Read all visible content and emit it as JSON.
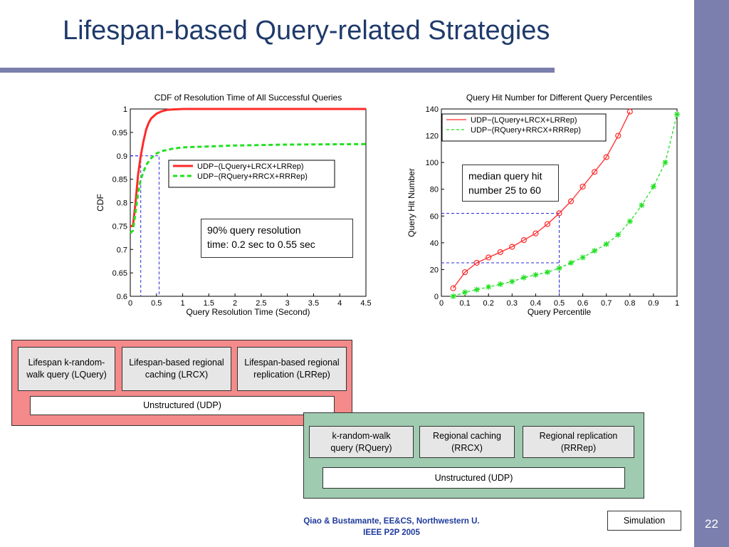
{
  "slide": {
    "title": "Lifespan-based Query-related Strategies",
    "page_number": "22",
    "footer_line1": "Qiao & Bustamante, EE&CS, Northwestern U.",
    "footer_line2": "IEEE P2P 2005",
    "simulation_label": "Simulation",
    "colors": {
      "title": "#1f3a6b",
      "accent_bar": "#7b7fad",
      "red_series": "#ff2a2a",
      "green_series": "#22e022",
      "red_panel": "#f48a8a",
      "green_panel": "#9fcbb0"
    }
  },
  "annotations": {
    "left_line1": "90% query resolution",
    "left_line2": "time: 0.2 sec to 0.55 sec",
    "right_line1": "median query hit",
    "right_line2": "number 25 to 60"
  },
  "diagram": {
    "top_row": [
      "Lifespan k-random-walk query (LQuery)",
      "Lifespan-based regional caching (LRCX)",
      "Lifespan-based regional replication (LRRep)"
    ],
    "top_base": "Unstructured (UDP)",
    "bottom_row": [
      "k-random-walk query (RQuery)",
      "Regional caching (RRCX)",
      "Regional replication (RRRep)"
    ],
    "bottom_base": "Unstructured (UDP)"
  },
  "chart_data": [
    {
      "type": "line",
      "title": "CDF of Resolution Time of All Successful Queries",
      "xlabel": "Query Resolution Time (Second)",
      "ylabel": "CDF",
      "xlim": [
        0,
        4.5
      ],
      "ylim": [
        0.6,
        1
      ],
      "xticks": [
        "0",
        "0.5",
        "1",
        "1.5",
        "2",
        "2.5",
        "3",
        "3.5",
        "4",
        "4.5"
      ],
      "yticks": [
        "0.6",
        "0.65",
        "0.7",
        "0.75",
        "0.8",
        "0.85",
        "0.9",
        "0.95",
        "1"
      ],
      "legend_position": "upper-right-inside",
      "series": [
        {
          "name": "UDP−(LQuery+LRCX+LRRep)",
          "color": "#ff2a2a",
          "style": "solid",
          "x": [
            0,
            0.05,
            0.1,
            0.15,
            0.2,
            0.25,
            0.3,
            0.35,
            0.4,
            0.5,
            0.6,
            0.7,
            0.8,
            1.0,
            1.5,
            2.0,
            3.0,
            4.5
          ],
          "y": [
            0.75,
            0.75,
            0.8,
            0.86,
            0.9,
            0.93,
            0.955,
            0.97,
            0.98,
            0.99,
            0.995,
            0.998,
            0.999,
            1,
            1,
            1,
            1,
            1
          ]
        },
        {
          "name": "UDP−(RQuery+RRCX+RRRep)",
          "color": "#22e022",
          "style": "dashed",
          "x": [
            0,
            0.05,
            0.1,
            0.15,
            0.2,
            0.3,
            0.4,
            0.5,
            0.6,
            0.8,
            1.0,
            1.5,
            2.0,
            3.0,
            4.5
          ],
          "y": [
            0.735,
            0.74,
            0.78,
            0.82,
            0.85,
            0.88,
            0.895,
            0.905,
            0.91,
            0.915,
            0.918,
            0.92,
            0.922,
            0.924,
            0.925
          ]
        }
      ],
      "reference_lines": [
        {
          "x": 0.2,
          "y": 0.9
        },
        {
          "x": 0.55,
          "y": 0.9
        }
      ]
    },
    {
      "type": "line",
      "title": "Query Hit Number for Different Query Percentiles",
      "xlabel": "Query Percentile",
      "ylabel": "Query Hit Number",
      "xlim": [
        0,
        1
      ],
      "ylim": [
        0,
        140
      ],
      "xticks": [
        "0",
        "0.1",
        "0.2",
        "0.3",
        "0.4",
        "0.5",
        "0.6",
        "0.7",
        "0.8",
        "0.9",
        "1"
      ],
      "yticks": [
        "0",
        "20",
        "40",
        "60",
        "80",
        "100",
        "120",
        "140"
      ],
      "legend_position": "upper-left-inside",
      "series": [
        {
          "name": "UDP−(LQuery+LRCX+LRRep)",
          "color": "#ff2a2a",
          "style": "solid",
          "marker": "o",
          "x": [
            0.05,
            0.1,
            0.15,
            0.2,
            0.25,
            0.3,
            0.35,
            0.4,
            0.45,
            0.5,
            0.55,
            0.6,
            0.65,
            0.7,
            0.75,
            0.8
          ],
          "y": [
            6,
            18,
            25,
            29,
            33,
            37,
            42,
            47,
            54,
            62,
            71,
            82,
            93,
            104,
            120,
            138
          ]
        },
        {
          "name": "UDP−(RQuery+RRCX+RRRep)",
          "color": "#22e022",
          "style": "dashed",
          "marker": "*",
          "x": [
            0.05,
            0.1,
            0.15,
            0.2,
            0.25,
            0.3,
            0.35,
            0.4,
            0.45,
            0.5,
            0.55,
            0.6,
            0.65,
            0.7,
            0.75,
            0.8,
            0.85,
            0.9,
            0.95,
            1.0
          ],
          "y": [
            0,
            3,
            5,
            7,
            9,
            11,
            14,
            16,
            18,
            21,
            25,
            29,
            34,
            39,
            46,
            56,
            68,
            82,
            100,
            136
          ]
        }
      ],
      "reference_lines": [
        {
          "x": 0.5,
          "y": 62
        },
        {
          "x": 0.5,
          "y": 25
        }
      ]
    }
  ]
}
